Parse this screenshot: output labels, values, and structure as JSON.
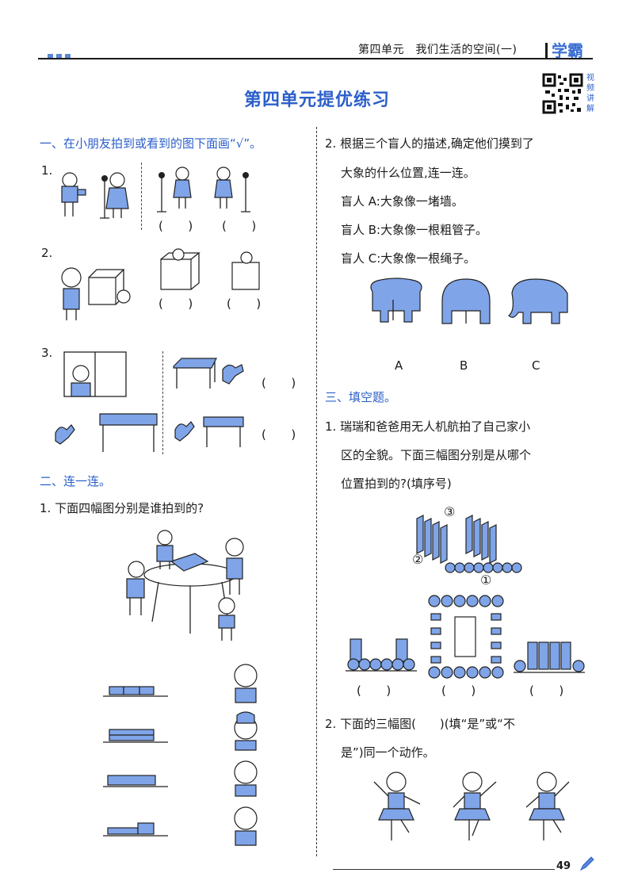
{
  "header": {
    "unit_title": "第四单元　我们生活的空间(一)",
    "brand": "学霸"
  },
  "page_title": "第四单元提优练习",
  "qr_label": "视频讲解",
  "part1": {
    "heading": "一、在小朋友拍到或看到的图下面画“√”。",
    "q1_num": "1.",
    "q2_num": "2.",
    "q3_num": "3.",
    "paren": "(　　)"
  },
  "part2": {
    "heading": "二、连一连。",
    "q1_text": "1. 下面四幅图分别是谁拍到的?"
  },
  "right": {
    "q2_line1": "2. 根据三个盲人的描述,确定他们摸到了",
    "q2_line2": "大象的什么位置,连一连。",
    "blind_a": "盲人 A:大象像一堵墙。",
    "blind_b": "盲人 B:大象像一根粗管子。",
    "blind_c": "盲人 C:大象像一根绳子。",
    "labels": [
      "A",
      "B",
      "C"
    ],
    "part3_heading": "三、填空题。",
    "p3q1_line1": "1. 瑞瑞和爸爸用无人机航拍了自己家小",
    "p3q1_line2": "区的全貌。下面三幅图分别是从哪个",
    "p3q1_line3": "位置拍到的?(填序号)",
    "markers": [
      "③",
      "②",
      "①"
    ],
    "p3q2_line1": "2. 下面的三幅图(　　)(填“是”或“不",
    "p3q2_line2": "是”)同一个动作。"
  },
  "page_number": "49"
}
